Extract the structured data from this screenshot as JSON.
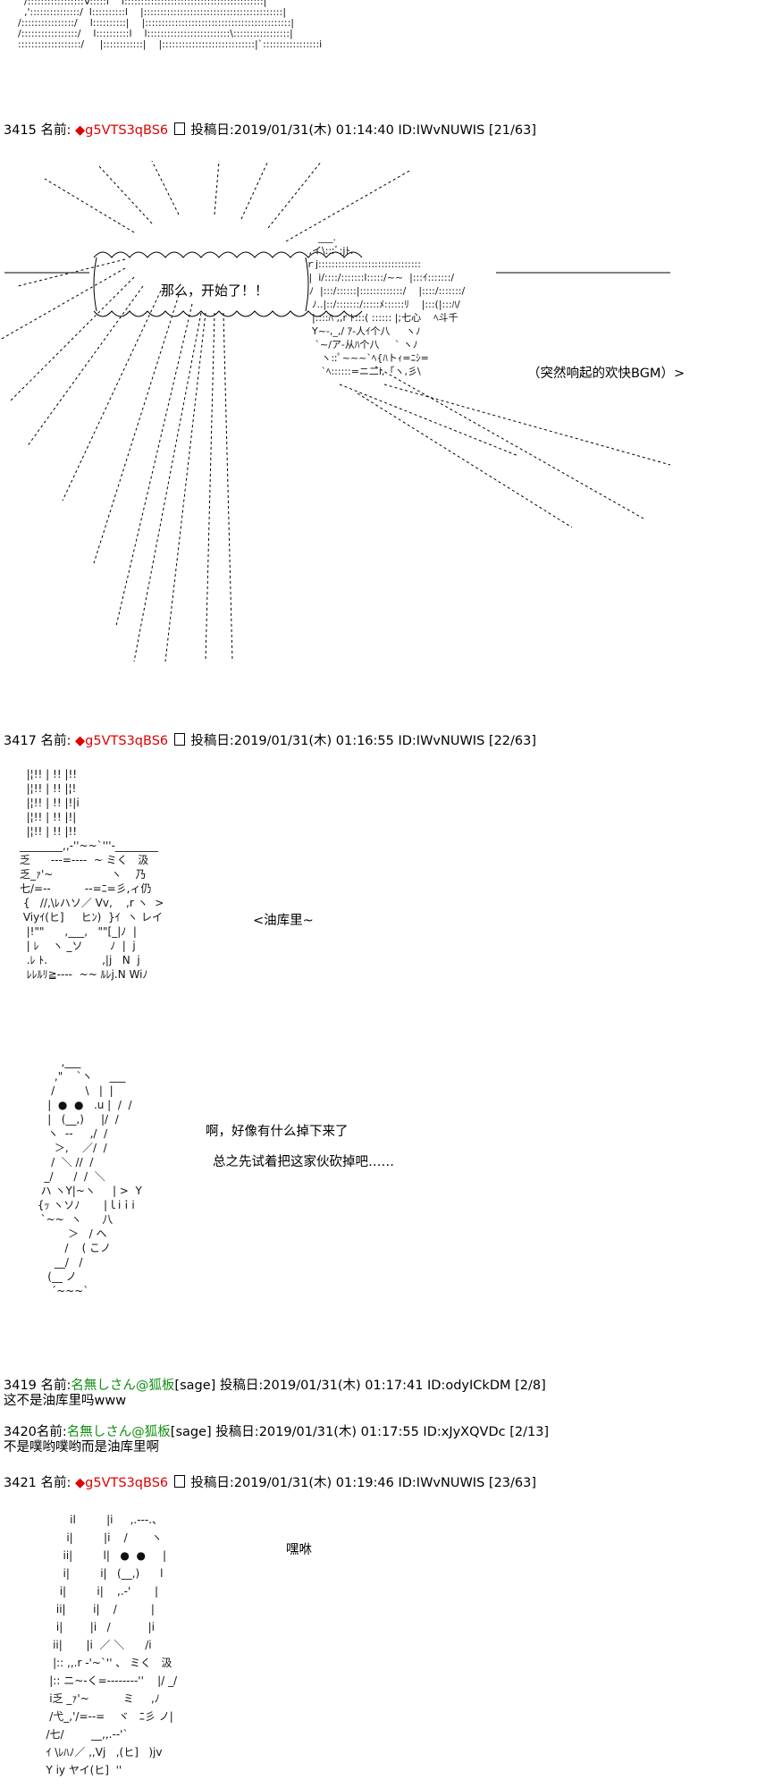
{
  "posts": [
    {
      "num": "3415",
      "name_label": "名前:",
      "diamond": "◆",
      "trip": "g5VTS3qBS6",
      "date_label": "投稿日:",
      "date": "2019/01/31(木) 01:14:40",
      "id": "ID:IWvNUWIS",
      "count": "[21/63]"
    },
    {
      "num": "3417",
      "name_label": "名前:",
      "diamond": "◆",
      "trip": "g5VTS3qBS6",
      "date_label": "投稿日:",
      "date": "2019/01/31(木) 01:16:55",
      "id": "ID:IWvNUWIS",
      "count": "[22/63]"
    },
    {
      "num": "3419",
      "name_label": "名前:",
      "anon": "名無しさん@狐板",
      "sage": "[sage]",
      "date_label": "投稿日:",
      "date": "2019/01/31(木) 01:17:41",
      "id": "ID:odyICkDM",
      "count": "[2/8]",
      "body": "这不是油库里吗www"
    },
    {
      "num": "3420",
      "name_label": "名前:",
      "anon": "名無しさん@狐板",
      "sage": "[sage]",
      "date_label": "投稿日:",
      "date": "2019/01/31(木) 01:17:55",
      "id": "ID:xJyXQVDc",
      "count": "[2/13]",
      "body": "不是噗哟噗哟而是油库里啊"
    },
    {
      "num": "3421",
      "name_label": "名前:",
      "diamond": "◆",
      "trip": "g5VTS3qBS6",
      "date_label": "投稿日:",
      "date": "2019/01/31(木) 01:19:46",
      "id": "ID:IWvNUWIS",
      "count": "[23/63]"
    }
  ],
  "dialogs": {
    "start": "那么，开始了！！",
    "bgm": "（突然响起的欢快BGM）>",
    "yukkuri": "<油库里~",
    "fell": "啊，好像有什么掉下来了",
    "beat": "总之先试着把这家伙砍掉吧……",
    "shout": "嘿咻"
  },
  "aa": {
    "top_block": "  /:::::::::::::::::V:::::l    l::::::::::::::::::::::::::::::::::::::::::|\n  ,':::::::::::::::/  l::::::::::l    |::::::::::::::::::::::::::::::::::::::::::|\n/::::::::::::::::/    l::::::::::|    |::::::::::::::::::::::::::::::::::::::::::::|\n/:::::::::::::::::/    l::::::::::l    l:::::::::::::::::::::::::\\:::::::::::::::::|\n:::::::::::::::::::/     |::::::::::::|    |::::::::::::::::::::::::::::|`:::::::::::::::::i",
    "char_right": "      ___.\n   ,イ\\:::ﾞ:jﾄ.\n  ｒj:::::::::::::::::::::::::::::::\n   |  i/::::/:::::::l:::::/~~  |:::ｲ:::::::/\n   ﾉ  |:::/::::::|:::::::::::::/    |::::/:::::::/\n    ﾉ..|::/:::::::/:::::ﾒ::::::ﾘ    |:::(|:::ﾊ/\n    |::::ﾊ ,,r ﾄ:::( :::::: |;七心    ﾍ斗千\n    Y~-,_,/ ｱ-人ｲ个八     ヽﾉ\n     `~/ア-从ﾊ个八     ` ヽﾉ\n       ヽ::ﾟ~~~`ﾍ{ﾊトｨ=ﾆｼ=\n       `ﾍ::::::=ニ二i,「ヽ,彡\\",
    "yukkuri": "  |¦!! | !! |!!\n  |¦!! | !! |¦!\n  |¦!! | !! |!|i\n  |¦!! | !! |!|\n  |¦!! | !! |!!\n________,,-''~~`'''-________\n乏      ---=----  ~ ミく   汲\n乏_ｧ'~                 ヽ    乃\n七/=--          --=ﾆ=彡,ィ仍\n {   //,\\ﾚハソ／ Vv,    ,r ヽ  >\n Viyｲ(ヒ]     ヒﾝ)  }ｲ  ヽ レイ\n  |!\"\"      ,___,   \"\"[_|ﾉ  |\n  | ﾚ    ヽ _ソ        ﾉ  |  j\n  .ﾚ ﾄ.                ,|j   N  j\n  ﾚﾚﾙﾘ≧----  ~~ ﾙﾚj.N Wiﾉ",
    "knight": "        ,___\n      ,\"    `ヽ     ___\n     /         \\   |  |\n    |  ●  ●   .u |  /  /\n    |   (__,)     |/  /\n    ヽ  ‐‐     ,/  /\n      ＞,    ／/  /\n     /  ＼ //  /\n   _/      /  /  ＼\n  ハ ヽY|~ヽ     | >  Y\n {ｯ ヽソﾉ       |ｌiｉi\n  `~~  ヽ      八\n          ＞   / ヘ\n         /    ( こノ\n      __/   /\n    (__ ノ\n     ´~~~`",
    "bottom": "          il         |i     ,.-‐-.、\n         i|         |i    /       ヽ\n        ii|         l|   ●  ●     |\n        i|         i|   (__,)      l\n       i|         i|    ,.-'       |\n      ii|        i|    /          |\n      i|        |i   /           |i\n     ii|       |i  ／ ＼      /i\n     |:: ,,.r ‐'~`'' 、 ミく   汲\n    |:: ニ~-く=--------''    |/ _/\n    i乏 _ｧ'~          ミ     ,ﾉ\n    /弋_,'/=--=    ヾ   ﾆ彡 ノ|\n   /七/        __,,.-‐'`\n   ｲ \\ﾚﾊﾉ／ ,,Vj   ,(ヒ]   )jv\n   Y iy ヤイ(ヒ]  ''"
  }
}
